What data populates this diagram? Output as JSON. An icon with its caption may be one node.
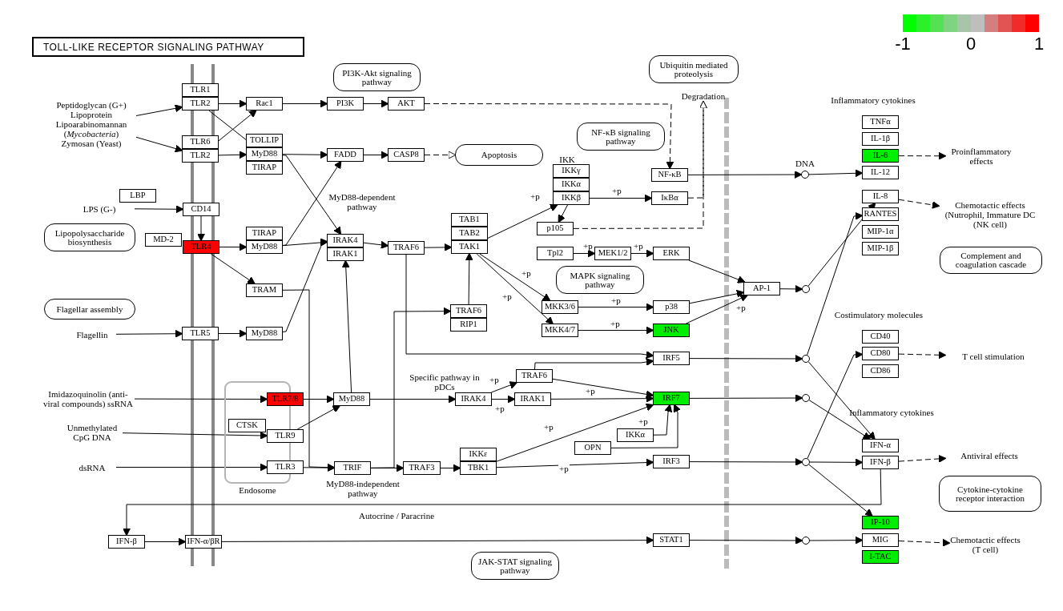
{
  "diagram": {
    "title": "TOLL-LIKE RECEPTOR SIGNALING PATHWAY",
    "nodes": [
      {
        "text": [
          "Peptidoglycan (G+) Lipoprotein Lipoarabinomannan (*Mycobacteria*) Zymosan (Yeast)"
        ]
      },
      {
        "text": [
          "TLR1"
        ]
      },
      {
        "text": [
          "TLR2"
        ]
      },
      {
        "text": [
          "TLR6"
        ]
      },
      {
        "text": [
          "TLR2"
        ]
      },
      {
        "text": [
          "Rac1"
        ]
      },
      {
        "text": [
          "TOLLIP"
        ]
      },
      {
        "text": [
          "MyD88"
        ]
      },
      {
        "text": [
          "TIRAP"
        ]
      },
      {
        "text": [
          "PI3K-Akt signaling pathway"
        ]
      },
      {
        "text": [
          "PI3K"
        ]
      },
      {
        "text": [
          "AKT"
        ]
      },
      {
        "text": [
          "FADD"
        ]
      },
      {
        "text": [
          "CASP8"
        ]
      },
      {
        "text": [
          "Apoptosis"
        ]
      },
      {
        "text": [
          "Ubiquitin mediated proteolysis"
        ]
      },
      {
        "text": [
          "Degradation"
        ]
      },
      {
        "text": [
          "NF-κB signaling pathway"
        ]
      },
      {
        "text": [
          "IKKγ"
        ]
      },
      {
        "text": [
          "IKKα"
        ]
      },
      {
        "text": [
          "IKKβ"
        ]
      },
      {
        "text": [
          "NF-κB"
        ]
      },
      {
        "text": [
          "IκBα"
        ]
      },
      {
        "text": [
          "TAB1"
        ]
      },
      {
        "text": [
          "TAB2"
        ]
      },
      {
        "text": [
          "TAK1"
        ]
      },
      {
        "text": [
          "LBP"
        ]
      },
      {
        "text": [
          "LPS (G-)"
        ]
      },
      {
        "text": [
          "CD14"
        ]
      },
      {
        "text": [
          "Lipopolysaccharide biosynthesis"
        ]
      },
      {
        "text": [
          "MD-2"
        ]
      },
      {
        "text": [
          "TLR4"
        ]
      },
      {
        "text": [
          "TIRAP"
        ]
      },
      {
        "text": [
          "MyD88"
        ]
      },
      {
        "text": [
          "IRAK4"
        ]
      },
      {
        "text": [
          "IRAK1"
        ]
      },
      {
        "text": [
          "TRAF6"
        ]
      },
      {
        "text": [
          "p105"
        ]
      },
      {
        "text": [
          "Tpl2"
        ]
      },
      {
        "text": [
          "MEK1/2"
        ]
      },
      {
        "text": [
          "ERK"
        ]
      },
      {
        "text": [
          "MAPK signaling pathway"
        ]
      },
      {
        "text": [
          "TRAM"
        ]
      },
      {
        "text": [
          "AP-1"
        ]
      },
      {
        "text": [
          "Flagellar assembly"
        ]
      },
      {
        "text": [
          "Flagellin"
        ]
      },
      {
        "text": [
          "TLR5"
        ]
      },
      {
        "text": [
          "MyD88"
        ]
      },
      {
        "text": [
          "TRAF6"
        ]
      },
      {
        "text": [
          "RIP1"
        ]
      },
      {
        "text": [
          "MKK3/6"
        ]
      },
      {
        "text": [
          "p38"
        ]
      },
      {
        "text": [
          "MKK4/7"
        ]
      },
      {
        "text": [
          "JNK"
        ]
      },
      {
        "text": [
          "IRF5"
        ]
      },
      {
        "text": [
          "Endosome"
        ]
      },
      {
        "text": [
          "Imidazoquinolin (anti-viral compounds) ssRNA"
        ]
      },
      {
        "text": [
          "TLR7/8"
        ]
      },
      {
        "text": [
          "MyD88"
        ]
      },
      {
        "text": [
          "IRAK4"
        ]
      },
      {
        "text": [
          "TRAF6"
        ]
      },
      {
        "text": [
          "IRAK1"
        ]
      },
      {
        "text": [
          "IRF7"
        ]
      },
      {
        "text": [
          "Unmethylated CpG DNA"
        ]
      },
      {
        "text": [
          "CTSK"
        ],
        "in": 55
      },
      {
        "text": [
          "TLR9"
        ]
      },
      {
        "text": [
          "IKKα"
        ]
      },
      {
        "text": [
          "OPN"
        ]
      },
      {
        "text": [
          "dsRNA"
        ]
      },
      {
        "text": [
          "TLR3"
        ]
      },
      {
        "text": [
          "TRIF"
        ]
      },
      {
        "text": [
          "TRAF3"
        ]
      },
      {
        "text": [
          "IKKε"
        ]
      },
      {
        "text": [
          "TBK1"
        ]
      },
      {
        "text": [
          "IRF3"
        ]
      },
      {
        "text": [
          "IFN-β"
        ]
      },
      {
        "text": [
          "IFN-α/βR"
        ]
      },
      {
        "text": [
          "STAT1"
        ]
      },
      {
        "text": [
          "JAK-STAT signaling pathway"
        ]
      },
      {
        "text": [],
        "shape": "circle",
        "beside": [
          "DNA"
        ]
      },
      {
        "text": [],
        "shape": "circle"
      },
      {
        "text": [],
        "shape": "circle"
      },
      {
        "text": [],
        "shape": "circle"
      },
      {
        "text": [],
        "shape": "circle"
      },
      {
        "text": [],
        "shape": "circle"
      },
      {
        "text": [
          "TNFα"
        ]
      },
      {
        "text": [
          "IL-1β"
        ]
      },
      {
        "text": [
          "IL-6"
        ]
      },
      {
        "text": [
          "IL-12"
        ]
      },
      {
        "text": [
          "IL-8"
        ]
      },
      {
        "text": [
          "RANTES"
        ]
      },
      {
        "text": [
          "MIP-1α"
        ]
      },
      {
        "text": [
          "MIP-1β"
        ]
      },
      {
        "text": [
          "Proinflammatory effects"
        ]
      },
      {
        "text": [
          "Chemotactic effects (Nutrophil, Immature DC (NK cell)"
        ]
      },
      {
        "text": [
          "Complement and coagulation cascade"
        ]
      },
      {
        "text": [
          "CD40"
        ]
      },
      {
        "text": [
          "CD80"
        ]
      },
      {
        "text": [
          "CD86"
        ]
      },
      {
        "text": [
          "T cell stimulation"
        ]
      },
      {
        "text": [
          "IFN-α"
        ]
      },
      {
        "text": [
          "IFN-β"
        ]
      },
      {
        "text": [
          "Antiviral effects"
        ]
      },
      {
        "text": [
          "Cytokine-cytokine receptor interaction"
        ]
      },
      {
        "text": [
          "IP-10"
        ]
      },
      {
        "text": [
          "MIG"
        ]
      },
      {
        "text": [
          "I-TAC"
        ]
      },
      {
        "text": [
          "Chemotactic effects (T cell)"
        ]
      }
    ],
    "edges": [
      {
        "from": 0,
        "to": 2,
        "arrow": "to"
      },
      {
        "from": 0,
        "to": 4,
        "arrow": "to"
      },
      {
        "from": 2,
        "to": 5,
        "arrow": "to"
      },
      {
        "from": 2,
        "to": 7,
        "arrow": "to"
      },
      {
        "from": 4,
        "to": 5,
        "arrow": "to"
      },
      {
        "from": 4,
        "to": 7,
        "arrow": "to"
      },
      {
        "from": 5,
        "to": 10,
        "arrow": "to"
      },
      {
        "from": 10,
        "to": 11,
        "arrow": "to"
      },
      {
        "from": 11,
        "to": 21,
        "arrow": "to",
        "style": "dashed"
      },
      {
        "from": 7,
        "to": 12,
        "arrow": "to"
      },
      {
        "from": 7,
        "to": 34,
        "arrow": "to"
      },
      {
        "from": 12,
        "to": 13,
        "arrow": "to"
      },
      {
        "from": 13,
        "to": 14,
        "arrow": "to",
        "style": "dashed"
      },
      {
        "from": 27,
        "to": 28,
        "arrow": "to"
      },
      {
        "from": 28,
        "to": 31,
        "arrow": "to"
      },
      {
        "from": 31,
        "to": 33,
        "arrow": "to"
      },
      {
        "from": 31,
        "to": 42,
        "arrow": "to"
      },
      {
        "from": 33,
        "to": 12,
        "arrow": "to"
      },
      {
        "from": 33,
        "to": 34,
        "arrow": "to"
      },
      {
        "from": 42,
        "to": 70,
        "arrow": "to"
      },
      {
        "from": 47,
        "to": 34,
        "arrow": "to"
      },
      {
        "from": 45,
        "to": 46,
        "arrow": "to"
      },
      {
        "from": 46,
        "to": 47,
        "arrow": "to"
      },
      {
        "from": 58,
        "to": 35,
        "arrow": "to"
      },
      {
        "from": 34,
        "to": 36,
        "arrow": "to"
      },
      {
        "from": 36,
        "to": 25,
        "arrow": "to"
      },
      {
        "from": 48,
        "to": 25,
        "arrow": "to"
      },
      {
        "from": 25,
        "to": 20,
        "arrow": "to",
        "label": "+p"
      },
      {
        "from": 25,
        "to": 50,
        "arrow": "to",
        "label": "+p"
      },
      {
        "from": 25,
        "to": 52,
        "arrow": "to",
        "label": "+p"
      },
      {
        "from": 20,
        "to": 22,
        "arrow": "to",
        "label": "+p"
      },
      {
        "from": 20,
        "to": 37,
        "arrow": "to"
      },
      {
        "from": 22,
        "to": 16,
        "arrow": "to",
        "style": "dashed"
      },
      {
        "from": 37,
        "to": 16,
        "arrow": "to",
        "style": "dashed"
      },
      {
        "from": 21,
        "to": 79,
        "arrow": "to"
      },
      {
        "from": 38,
        "to": 39,
        "arrow": "to",
        "label": "+p"
      },
      {
        "from": 39,
        "to": 40,
        "arrow": "to",
        "label": "+p"
      },
      {
        "from": 40,
        "to": 43,
        "arrow": "to"
      },
      {
        "from": 50,
        "to": 51,
        "arrow": "to",
        "label": "+p"
      },
      {
        "from": 52,
        "to": 53,
        "arrow": "to",
        "label": "+p"
      },
      {
        "from": 51,
        "to": 43,
        "arrow": "to"
      },
      {
        "from": 53,
        "to": 43,
        "arrow": "to",
        "label": "+p"
      },
      {
        "from": 43,
        "to": 80,
        "arrow": "to"
      },
      {
        "from": 36,
        "to": 54,
        "arrow": "to"
      },
      {
        "from": 70,
        "to": 48,
        "arrow": "to"
      },
      {
        "from": 56,
        "to": 57,
        "arrow": "to"
      },
      {
        "from": 57,
        "to": 58,
        "arrow": "to"
      },
      {
        "from": 63,
        "to": 65,
        "arrow": "to"
      },
      {
        "from": 65,
        "to": 58,
        "arrow": "to"
      },
      {
        "from": 68,
        "to": 69,
        "arrow": "to"
      },
      {
        "from": 69,
        "to": 70,
        "arrow": "to"
      },
      {
        "from": 70,
        "to": 71,
        "arrow": "to"
      },
      {
        "from": 71,
        "to": 73,
        "arrow": "to"
      },
      {
        "from": 58,
        "to": 59,
        "arrow": "to"
      },
      {
        "from": 59,
        "to": 60,
        "arrow": "to",
        "label": "+p"
      },
      {
        "from": 59,
        "to": 61,
        "arrow": "to",
        "label": "+p"
      },
      {
        "from": 60,
        "to": 54,
        "arrow": "to"
      },
      {
        "from": 60,
        "to": 62,
        "arrow": "to"
      },
      {
        "from": 61,
        "to": 62,
        "arrow": "to",
        "label": "+p"
      },
      {
        "from": 73,
        "to": 62,
        "arrow": "to",
        "label": "+p"
      },
      {
        "from": 66,
        "to": 62,
        "arrow": "to",
        "label": "+p"
      },
      {
        "from": 67,
        "to": 62,
        "arrow": "to"
      },
      {
        "from": 73,
        "to": 74,
        "arrow": "to",
        "label": "+p"
      },
      {
        "from": 54,
        "to": 81,
        "arrow": "to"
      },
      {
        "from": 62,
        "to": 82,
        "arrow": "to"
      },
      {
        "from": 74,
        "to": 83,
        "arrow": "to"
      },
      {
        "from": 101,
        "to": 75,
        "arrow": "to"
      },
      {
        "from": 75,
        "to": 76,
        "arrow": "to"
      },
      {
        "from": 76,
        "to": 77,
        "arrow": "to"
      },
      {
        "from": 77,
        "to": 84,
        "arrow": "to"
      },
      {
        "from": 79,
        "to": 88,
        "arrow": "to"
      },
      {
        "from": 80,
        "to": 89,
        "arrow": "to"
      },
      {
        "from": 81,
        "to": 90,
        "arrow": "to"
      },
      {
        "from": 81,
        "to": 100,
        "arrow": "to"
      },
      {
        "from": 82,
        "to": 100,
        "arrow": "to"
      },
      {
        "from": 83,
        "to": 97,
        "arrow": "to"
      },
      {
        "from": 83,
        "to": 101,
        "arrow": "to"
      },
      {
        "from": 83,
        "to": 104,
        "arrow": "to"
      },
      {
        "from": 84,
        "to": 105,
        "arrow": "to"
      },
      {
        "from": 87,
        "to": 93,
        "arrow": "to",
        "style": "dashed"
      },
      {
        "from": 89,
        "to": 94,
        "arrow": "to",
        "style": "dashed"
      },
      {
        "from": 97,
        "to": 99,
        "arrow": "to",
        "style": "dashed"
      },
      {
        "from": 101,
        "to": 102,
        "arrow": "to",
        "style": "dashed"
      },
      {
        "from": 105,
        "to": 107,
        "arrow": "to",
        "style": "dashed"
      }
    ],
    "labels": [
      "IKK",
      "MyD88-dependent pathway",
      "Specific pathway in pDCs",
      "MyD88-independent pathway",
      "Autocrine / Paracrine",
      "Inflammatory cytokines",
      "Costimulatory molecules",
      "Inflammatory cytokines"
    ],
    "legend": [
      {
        "text": "-1",
        "color": "#00ff00"
      },
      {
        "text": "0",
        "color": "#bebebe"
      },
      {
        "text": "1",
        "color": "#ff0000"
      }
    ]
  }
}
